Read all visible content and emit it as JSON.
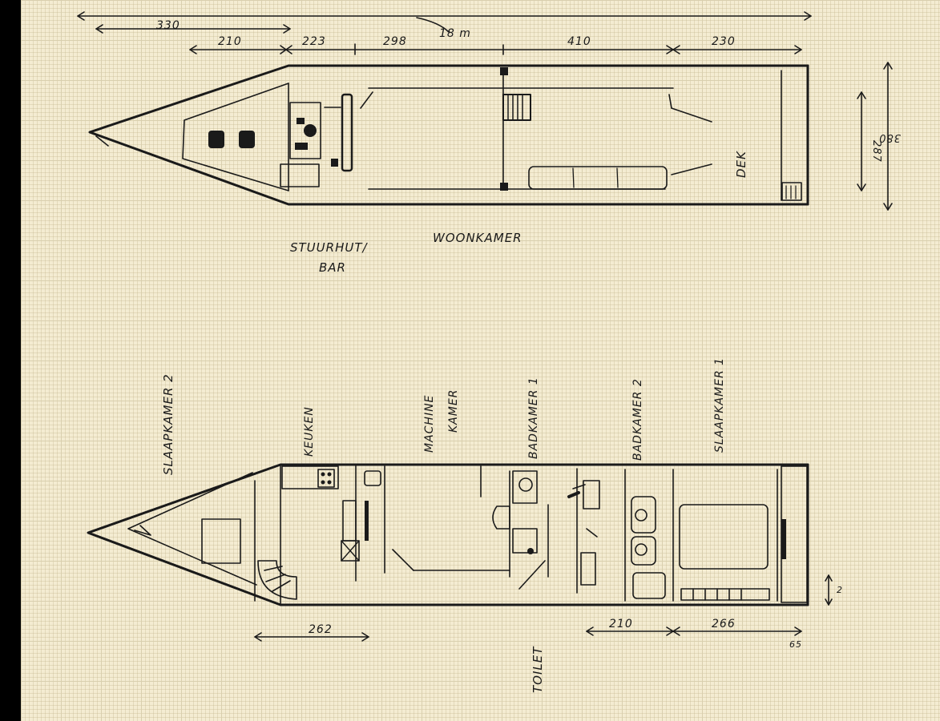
{
  "top_plan": {
    "dims": {
      "total": "18 m",
      "front_span": "330",
      "d1": "210",
      "d2": "223",
      "d3": "298",
      "d4": "410",
      "d5": "230",
      "width_outer": "380",
      "width_inner": "287"
    },
    "labels": {
      "stuurhut": "STUURHUT/",
      "bar": "BAR",
      "woonkamer": "WOONKAMER",
      "dek": "DEK"
    }
  },
  "bottom_plan": {
    "labels": {
      "slaapkamer2": "SLAAPKAMER 2",
      "keuken": "KEUKEN",
      "machine": "MACHINE",
      "kamer": "KAMER",
      "badkamer1": "BADKAMER 1",
      "badkamer2": "BADKAMER 2",
      "slaapkamer1": "SLAAPKAMER 1",
      "toilet": "TOILET"
    },
    "dims": {
      "keuken_len": "262",
      "badkamer2_len": "210",
      "slaapkamer1_len": "266",
      "stern": "65",
      "small": "2"
    }
  }
}
